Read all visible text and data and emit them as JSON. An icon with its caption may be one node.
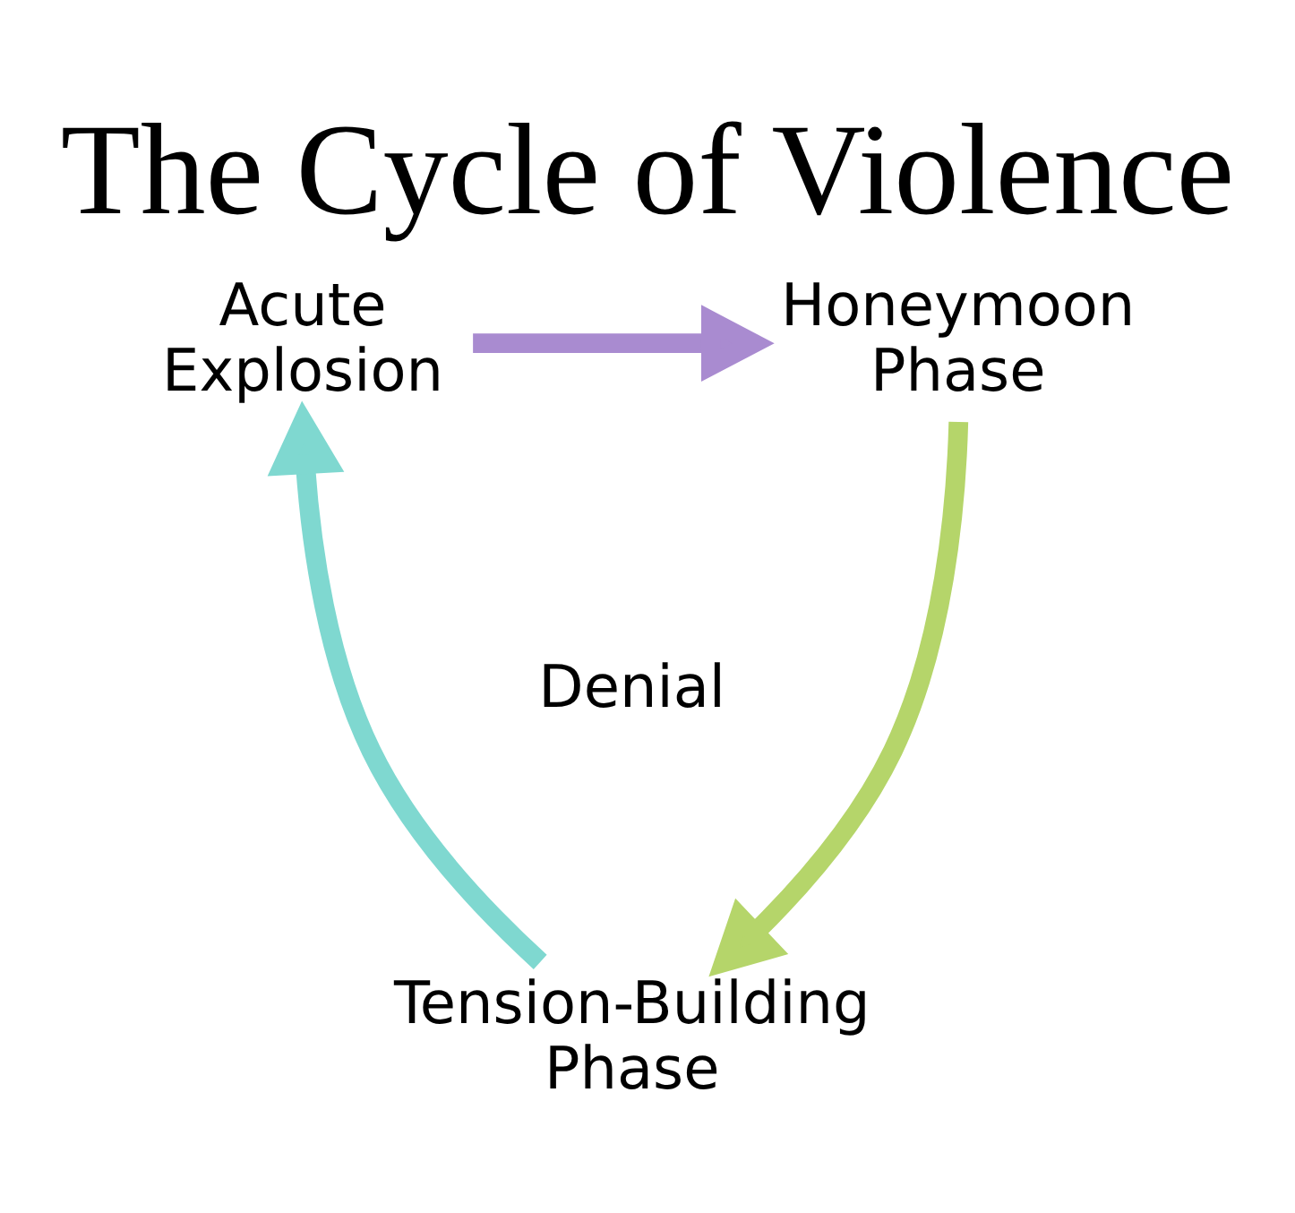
{
  "diagram": {
    "title": "The Cycle of Violence",
    "nodes": [
      {
        "text": [
          "Acute Explosion"
        ]
      },
      {
        "text": [
          "Honeymoon Phase"
        ]
      },
      {
        "text": [
          "Tension-Building Phase"
        ]
      }
    ],
    "edges": [
      {
        "from": 0,
        "to": 1,
        "arrow": "to",
        "color": "#a98bd0"
      },
      {
        "from": 1,
        "to": 2,
        "arrow": "to",
        "color": "#b5d56a"
      },
      {
        "from": 2,
        "to": 0,
        "arrow": "to",
        "color": "#7fd8d0"
      }
    ],
    "labels": [
      "Denial"
    ]
  }
}
